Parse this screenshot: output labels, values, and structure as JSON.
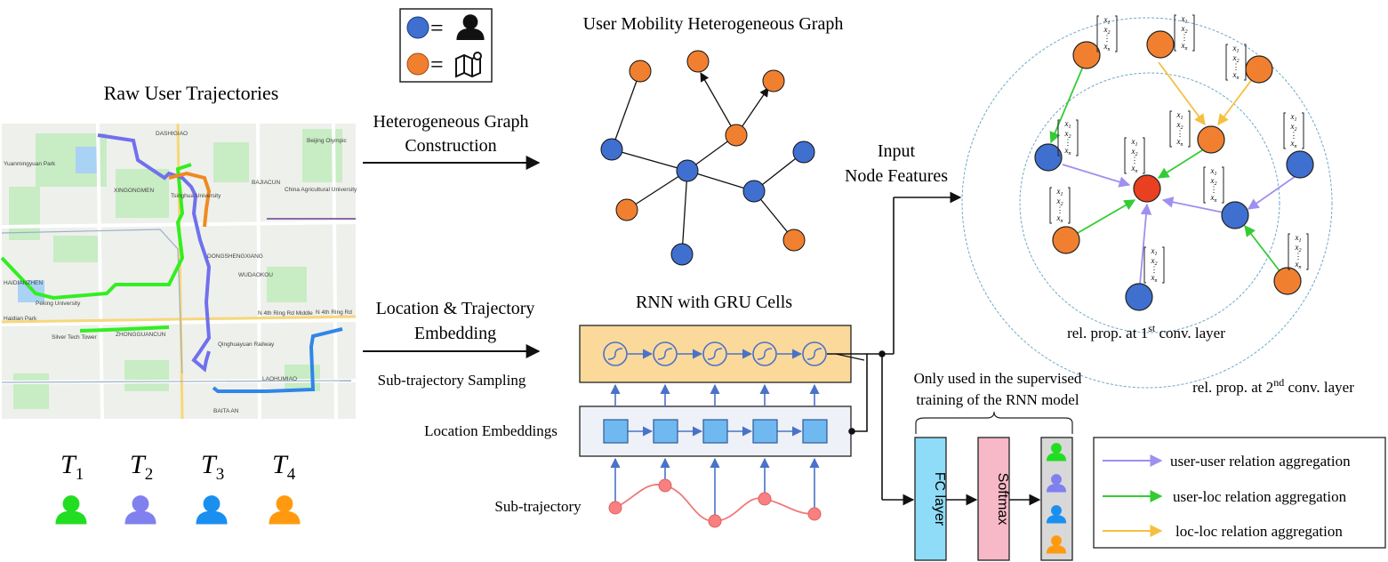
{
  "titles": {
    "raw": "Raw User Trajectories",
    "graph": "User Mobility Heterogeneous Graph",
    "rnn": "RNN with GRU Cells"
  },
  "legend_top": {
    "user_eq": "=",
    "loc_eq": "="
  },
  "arrows": {
    "construction": [
      "Heterogeneous Graph",
      "Construction"
    ],
    "embedding": [
      "Location & Trajectory",
      "Embedding"
    ],
    "input_features": [
      "Input",
      "Node Features"
    ]
  },
  "rnn_labels": {
    "sampling": "Sub-trajectory Sampling",
    "embeddings": "Location Embeddings",
    "subtraj": "Sub-trajectory"
  },
  "supervised_note": [
    "Only used in the supervised",
    "training of the RNN model"
  ],
  "classifier": {
    "fc": "FC layer",
    "softmax": "Softmax"
  },
  "conv_labels": {
    "first_prefix": "rel. prop. at 1",
    "first_sup": "st",
    "first_suffix": " conv. layer",
    "second_prefix": "rel. prop. at 2",
    "second_sup": "nd",
    "second_suffix": " conv. layer"
  },
  "feature_vector": {
    "x1": "x",
    "s1": "1",
    "x2": "x",
    "s2": "2",
    "dots": "⋮",
    "xn": "x",
    "sn": "n"
  },
  "users": [
    {
      "label": "T",
      "sub": "1",
      "color": "#22dd22"
    },
    {
      "label": "T",
      "sub": "2",
      "color": "#8080ee"
    },
    {
      "label": "T",
      "sub": "3",
      "color": "#1a8ff0"
    },
    {
      "label": "T",
      "sub": "4",
      "color": "#ff9a10"
    }
  ],
  "relation_legend": [
    {
      "label": "user-user relation aggregation",
      "color": "#a08ff0"
    },
    {
      "label": "user-loc relation aggregation",
      "color": "#33cc33"
    },
    {
      "label": "loc-loc relation aggregation",
      "color": "#f5c040"
    }
  ],
  "map_labels": [
    "DASHIGIAO",
    "Yuanmingyuan Park",
    "XINGONGMEN",
    "Tsinghua University",
    "BAJIACUN",
    "China Agricultural University",
    "HAIDIANZHEN",
    "Peking University",
    "DONGSHENGXIANG",
    "WUDAOKOU",
    "ZHONGGUANCUN",
    "Silver Tech Tower",
    "LAOHUMIAO",
    "BAITA AN",
    "Haidian Park",
    "Beijing Olympic",
    "N 4th Ring Rd Middle",
    "N 4th Ring Rd",
    "Qinghuayuan Railway"
  ],
  "colors": {
    "user_node": "#3f6fcf",
    "loc_node": "#f08030",
    "center_node": "#e84020",
    "rnn_box": "#fbd99a",
    "emb_box": "#eef1f7",
    "emb_cell": "#6fb8f0",
    "fc": "#8fdcf8",
    "softmax": "#f7b8c8",
    "output": "#d8d8d8"
  }
}
